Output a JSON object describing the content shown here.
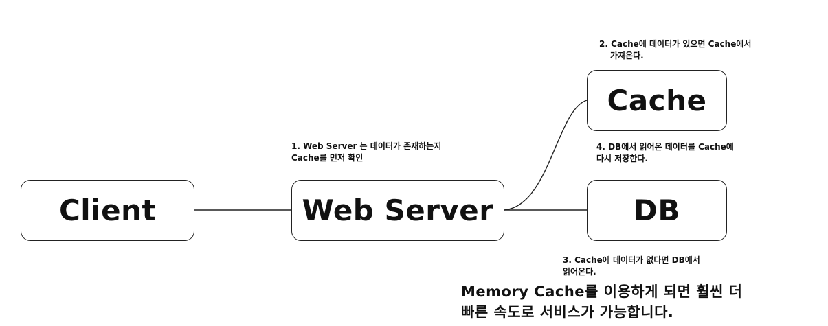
{
  "diagram": {
    "nodes": {
      "client": "Client",
      "web_server": "Web Server",
      "cache": "Cache",
      "db": "DB"
    },
    "annotations": {
      "step1": [
        "1. Web Server 는 데이터가 존재하는지",
        "Cache를 먼저 확인"
      ],
      "step2": [
        "2. Cache에 데이터가 있으면 Cache에서",
        "가져온다."
      ],
      "step3": [
        "3. Cache에 데이터가 없다면 DB에서",
        "읽어온다."
      ],
      "step4": [
        "4. DB에서 읽어온 데이터를 Cache에",
        "다시 저장한다."
      ]
    },
    "footnote": [
      "Memory Cache를 이용하게 되면 훨씬 더",
      "빠른 속도로 서비스가 가능합니다."
    ]
  }
}
